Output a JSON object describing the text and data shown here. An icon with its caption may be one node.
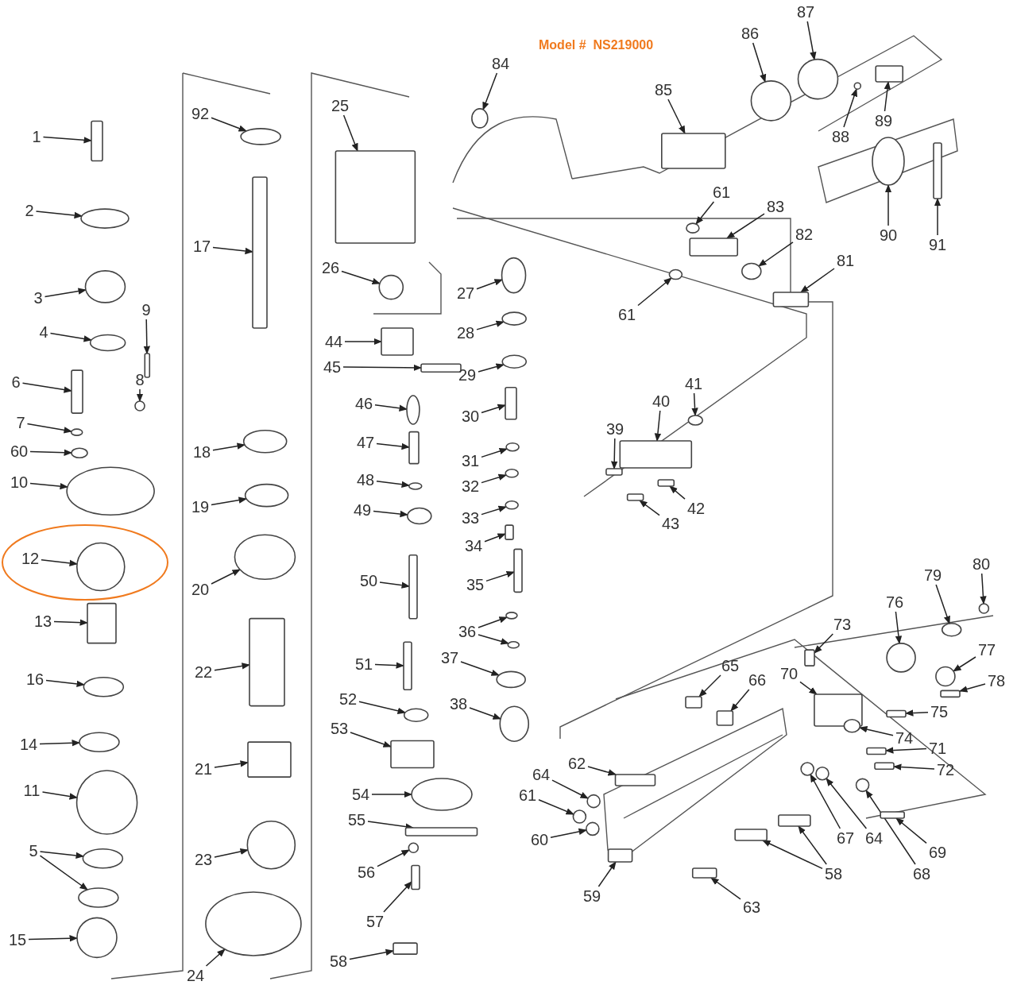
{
  "diagram": {
    "title": "Model #  NS219000",
    "nodes": [
      {
        "text": [
          "1"
        ]
      },
      {
        "text": [
          "2"
        ]
      },
      {
        "text": [
          "3"
        ]
      },
      {
        "text": [
          "4"
        ]
      },
      {
        "text": [
          "9"
        ]
      },
      {
        "text": [
          "6"
        ]
      },
      {
        "text": [
          "8"
        ]
      },
      {
        "text": [
          "7"
        ]
      },
      {
        "text": [
          "60"
        ]
      },
      {
        "text": [
          "10"
        ]
      },
      {
        "text": [
          "12"
        ]
      },
      {
        "text": [
          "13"
        ]
      },
      {
        "text": [
          "16"
        ]
      },
      {
        "text": [
          "14"
        ]
      },
      {
        "text": [
          "11"
        ]
      },
      {
        "text": [
          "5"
        ]
      },
      {
        "text": [
          "15"
        ]
      },
      {
        "text": [
          "92"
        ]
      },
      {
        "text": [
          "17"
        ]
      },
      {
        "text": [
          "18"
        ]
      },
      {
        "text": [
          "19"
        ]
      },
      {
        "text": [
          "20"
        ]
      },
      {
        "text": [
          "22"
        ]
      },
      {
        "text": [
          "21"
        ]
      },
      {
        "text": [
          "23"
        ]
      },
      {
        "text": [
          "24"
        ]
      },
      {
        "text": [
          "25"
        ]
      },
      {
        "text": [
          "26"
        ]
      },
      {
        "text": [
          "44"
        ]
      },
      {
        "text": [
          "45"
        ]
      },
      {
        "text": [
          "46"
        ]
      },
      {
        "text": [
          "47"
        ]
      },
      {
        "text": [
          "48"
        ]
      },
      {
        "text": [
          "49"
        ]
      },
      {
        "text": [
          "50"
        ]
      },
      {
        "text": [
          "51"
        ]
      },
      {
        "text": [
          "52"
        ]
      },
      {
        "text": [
          "53"
        ]
      },
      {
        "text": [
          "54"
        ]
      },
      {
        "text": [
          "55"
        ]
      },
      {
        "text": [
          "56"
        ]
      },
      {
        "text": [
          "57"
        ]
      },
      {
        "text": [
          "58"
        ]
      },
      {
        "text": [
          "27"
        ]
      },
      {
        "text": [
          "28"
        ]
      },
      {
        "text": [
          "29"
        ]
      },
      {
        "text": [
          "30"
        ]
      },
      {
        "text": [
          "31"
        ]
      },
      {
        "text": [
          "32"
        ]
      },
      {
        "text": [
          "33"
        ]
      },
      {
        "text": [
          "34"
        ]
      },
      {
        "text": [
          "35"
        ]
      },
      {
        "text": [
          "36"
        ]
      },
      {
        "text": [
          "37"
        ]
      },
      {
        "text": [
          "38"
        ]
      },
      {
        "text": [
          "84"
        ]
      },
      {
        "text": [
          "85"
        ]
      },
      {
        "text": [
          "86"
        ]
      },
      {
        "text": [
          "87"
        ]
      },
      {
        "text": [
          "88"
        ]
      },
      {
        "text": [
          "89"
        ]
      },
      {
        "text": [
          "90"
        ]
      },
      {
        "text": [
          "91"
        ]
      },
      {
        "text": [
          "61"
        ]
      },
      {
        "text": [
          "83"
        ]
      },
      {
        "text": [
          "82"
        ]
      },
      {
        "text": [
          "81"
        ]
      },
      {
        "text": [
          "61"
        ]
      },
      {
        "text": [
          "39"
        ]
      },
      {
        "text": [
          "40"
        ]
      },
      {
        "text": [
          "41"
        ]
      },
      {
        "text": [
          "42"
        ]
      },
      {
        "text": [
          "43"
        ]
      },
      {
        "text": [
          "80"
        ]
      },
      {
        "text": [
          "79"
        ]
      },
      {
        "text": [
          "76"
        ]
      },
      {
        "text": [
          "73"
        ]
      },
      {
        "text": [
          "77"
        ]
      },
      {
        "text": [
          "78"
        ]
      },
      {
        "text": [
          "65"
        ]
      },
      {
        "text": [
          "66"
        ]
      },
      {
        "text": [
          "70"
        ]
      },
      {
        "text": [
          "75"
        ]
      },
      {
        "text": [
          "74"
        ]
      },
      {
        "text": [
          "71"
        ]
      },
      {
        "text": [
          "72"
        ]
      },
      {
        "text": [
          "62"
        ]
      },
      {
        "text": [
          "64"
        ]
      },
      {
        "text": [
          "61"
        ]
      },
      {
        "text": [
          "60"
        ]
      },
      {
        "text": [
          "67"
        ]
      },
      {
        "text": [
          "64"
        ]
      },
      {
        "text": [
          "58"
        ]
      },
      {
        "text": [
          "68"
        ]
      },
      {
        "text": [
          "69"
        ]
      },
      {
        "text": [
          "59"
        ]
      },
      {
        "text": [
          "63"
        ]
      },
      {
        "text": [],
        "shape": "box"
      },
      {
        "text": [],
        "shape": "circle"
      },
      {
        "text": [],
        "shape": "circle"
      },
      {
        "text": [],
        "shape": "circle"
      },
      {
        "text": [],
        "shape": "box"
      },
      {
        "text": [],
        "shape": "box"
      },
      {
        "text": [],
        "shape": "circle"
      },
      {
        "text": [],
        "shape": "circle"
      },
      {
        "text": [],
        "shape": "circle"
      },
      {
        "text": [],
        "shape": "circle"
      },
      {
        "text": [],
        "shape": "circle"
      },
      {
        "text": [],
        "shape": "box"
      },
      {
        "text": [],
        "shape": "circle"
      },
      {
        "text": [],
        "shape": "circle"
      },
      {
        "text": [],
        "shape": "circle"
      },
      {
        "text": [],
        "shape": "circle"
      },
      {
        "text": [],
        "shape": "circle"
      },
      {
        "text": [],
        "shape": "circle"
      },
      {
        "text": [],
        "shape": "circle"
      },
      {
        "text": [],
        "shape": "box"
      },
      {
        "text": [],
        "shape": "circle"
      },
      {
        "text": [],
        "shape": "circle"
      },
      {
        "text": [],
        "shape": "circle"
      },
      {
        "text": [],
        "shape": "box"
      },
      {
        "text": [],
        "shape": "box"
      },
      {
        "text": [],
        "shape": "circle"
      },
      {
        "text": [],
        "shape": "circle"
      },
      {
        "text": [],
        "shape": "box"
      },
      {
        "text": [],
        "shape": "circle"
      },
      {
        "text": [],
        "shape": "box"
      },
      {
        "text": [],
        "shape": "box"
      },
      {
        "text": [],
        "shape": "circle"
      },
      {
        "text": [],
        "shape": "box"
      },
      {
        "text": [],
        "shape": "circle"
      },
      {
        "text": [],
        "shape": "circle"
      },
      {
        "text": [],
        "shape": "box"
      },
      {
        "text": [],
        "shape": "box"
      },
      {
        "text": [],
        "shape": "circle"
      },
      {
        "text": [],
        "shape": "box"
      },
      {
        "text": [],
        "shape": "circle"
      },
      {
        "text": [],
        "shape": "box"
      },
      {
        "text": [],
        "shape": "circle"
      },
      {
        "text": [],
        "shape": "box"
      },
      {
        "text": [],
        "shape": "box"
      },
      {
        "text": [],
        "shape": "circle"
      },
      {
        "text": [],
        "shape": "circle"
      },
      {
        "text": [],
        "shape": "circle"
      },
      {
        "text": [],
        "shape": "box"
      },
      {
        "text": [],
        "shape": "circle"
      },
      {
        "text": [],
        "shape": "circle"
      },
      {
        "text": [],
        "shape": "circle"
      },
      {
        "text": [],
        "shape": "box"
      },
      {
        "text": [],
        "shape": "box"
      },
      {
        "text": [],
        "shape": "circle"
      },
      {
        "text": [],
        "shape": "circle"
      },
      {
        "text": [],
        "shape": "circle"
      },
      {
        "text": [],
        "shape": "circle"
      },
      {
        "text": [],
        "shape": "circle"
      },
      {
        "text": [],
        "shape": "box"
      },
      {
        "text": [],
        "shape": "circle"
      },
      {
        "text": [],
        "shape": "circle"
      },
      {
        "text": [],
        "shape": "circle"
      },
      {
        "text": [],
        "shape": "box"
      },
      {
        "text": [],
        "shape": "circle"
      },
      {
        "text": [],
        "shape": "box"
      },
      {
        "text": [],
        "shape": "circle"
      },
      {
        "text": [],
        "shape": "box"
      },
      {
        "text": [],
        "shape": "circle"
      },
      {
        "text": [],
        "shape": "box"
      },
      {
        "text": [],
        "shape": "circle"
      },
      {
        "text": [],
        "shape": "box"
      },
      {
        "text": [],
        "shape": "box"
      },
      {
        "text": [],
        "shape": "circle"
      },
      {
        "text": [],
        "shape": "box"
      },
      {
        "text": [],
        "shape": "box"
      },
      {
        "text": [],
        "shape": "circle"
      },
      {
        "text": [],
        "shape": "circle"
      },
      {
        "text": [],
        "shape": "circle"
      },
      {
        "text": [],
        "shape": "box"
      },
      {
        "text": [],
        "shape": "circle"
      },
      {
        "text": [],
        "shape": "box"
      },
      {
        "text": [],
        "shape": "box"
      },
      {
        "text": [],
        "shape": "box"
      },
      {
        "text": [],
        "shape": "box"
      },
      {
        "text": [],
        "shape": "box"
      },
      {
        "text": [],
        "shape": "circle"
      },
      {
        "text": [],
        "shape": "box"
      },
      {
        "text": [],
        "shape": "box"
      },
      {
        "text": [],
        "shape": "box"
      },
      {
        "text": [],
        "shape": "circle"
      },
      {
        "text": [],
        "shape": "circle"
      },
      {
        "text": [],
        "shape": "circle"
      },
      {
        "text": [],
        "shape": "circle"
      },
      {
        "text": [],
        "shape": "circle"
      },
      {
        "text": [],
        "shape": "box"
      },
      {
        "text": [],
        "shape": "box"
      },
      {
        "text": [],
        "shape": "circle"
      },
      {
        "text": [],
        "shape": "box"
      },
      {
        "text": [],
        "shape": "box"
      },
      {
        "text": [],
        "shape": "box"
      }
    ],
    "edges": [
      {
        "from": 0,
        "to": 97,
        "arrow": "to"
      },
      {
        "from": 1,
        "to": 98,
        "arrow": "to"
      },
      {
        "from": 2,
        "to": 99,
        "arrow": "to"
      },
      {
        "from": 3,
        "to": 100,
        "arrow": "to"
      },
      {
        "from": 4,
        "to": 101,
        "arrow": "to"
      },
      {
        "from": 5,
        "to": 102,
        "arrow": "to"
      },
      {
        "from": 6,
        "to": 103,
        "arrow": "to"
      },
      {
        "from": 7,
        "to": 104,
        "arrow": "to"
      },
      {
        "from": 8,
        "to": 105,
        "arrow": "to"
      },
      {
        "from": 9,
        "to": 106,
        "arrow": "to"
      },
      {
        "from": 10,
        "to": 107,
        "arrow": "to"
      },
      {
        "from": 11,
        "to": 108,
        "arrow": "to"
      },
      {
        "from": 12,
        "to": 109,
        "arrow": "to"
      },
      {
        "from": 13,
        "to": 110,
        "arrow": "to"
      },
      {
        "from": 14,
        "to": 111,
        "arrow": "to"
      },
      {
        "from": 15,
        "to": 112,
        "arrow": "to"
      },
      {
        "from": 15,
        "to": 113,
        "arrow": "to"
      },
      {
        "from": 16,
        "to": 114,
        "arrow": "to"
      },
      {
        "from": 17,
        "to": 115,
        "arrow": "to"
      },
      {
        "from": 18,
        "to": 116,
        "arrow": "to"
      },
      {
        "from": 19,
        "to": 117,
        "arrow": "to"
      },
      {
        "from": 20,
        "to": 118,
        "arrow": "to"
      },
      {
        "from": 21,
        "to": 119,
        "arrow": "to"
      },
      {
        "from": 22,
        "to": 120,
        "arrow": "to"
      },
      {
        "from": 23,
        "to": 121,
        "arrow": "to"
      },
      {
        "from": 24,
        "to": 122,
        "arrow": "to"
      },
      {
        "from": 25,
        "to": 123,
        "arrow": "to"
      },
      {
        "from": 26,
        "to": 124,
        "arrow": "to"
      },
      {
        "from": 27,
        "to": 125,
        "arrow": "to"
      },
      {
        "from": 28,
        "to": 126,
        "arrow": "to"
      },
      {
        "from": 29,
        "to": 127,
        "arrow": "to"
      },
      {
        "from": 30,
        "to": 128,
        "arrow": "to"
      },
      {
        "from": 31,
        "to": 129,
        "arrow": "to"
      },
      {
        "from": 32,
        "to": 130,
        "arrow": "to"
      },
      {
        "from": 33,
        "to": 131,
        "arrow": "to"
      },
      {
        "from": 34,
        "to": 132,
        "arrow": "to"
      },
      {
        "from": 35,
        "to": 133,
        "arrow": "to"
      },
      {
        "from": 36,
        "to": 134,
        "arrow": "to"
      },
      {
        "from": 37,
        "to": 135,
        "arrow": "to"
      },
      {
        "from": 38,
        "to": 136,
        "arrow": "to"
      },
      {
        "from": 39,
        "to": 137,
        "arrow": "to"
      },
      {
        "from": 40,
        "to": 138,
        "arrow": "to"
      },
      {
        "from": 41,
        "to": 139,
        "arrow": "to"
      },
      {
        "from": 42,
        "to": 140,
        "arrow": "to"
      },
      {
        "from": 43,
        "to": 141,
        "arrow": "to"
      },
      {
        "from": 44,
        "to": 142,
        "arrow": "to"
      },
      {
        "from": 45,
        "to": 143,
        "arrow": "to"
      },
      {
        "from": 46,
        "to": 144,
        "arrow": "to"
      },
      {
        "from": 47,
        "to": 145,
        "arrow": "to"
      },
      {
        "from": 48,
        "to": 146,
        "arrow": "to"
      },
      {
        "from": 49,
        "to": 147,
        "arrow": "to"
      },
      {
        "from": 50,
        "to": 148,
        "arrow": "to"
      },
      {
        "from": 51,
        "to": 149,
        "arrow": "to"
      },
      {
        "from": 52,
        "to": 150,
        "arrow": "to"
      },
      {
        "from": 52,
        "to": 151,
        "arrow": "to"
      },
      {
        "from": 53,
        "to": 152,
        "arrow": "to"
      },
      {
        "from": 54,
        "to": 153,
        "arrow": "to"
      },
      {
        "from": 55,
        "to": 154,
        "arrow": "to"
      },
      {
        "from": 56,
        "to": 155,
        "arrow": "to"
      },
      {
        "from": 57,
        "to": 156,
        "arrow": "to"
      },
      {
        "from": 58,
        "to": 157,
        "arrow": "to"
      },
      {
        "from": 59,
        "to": 158,
        "arrow": "to"
      },
      {
        "from": 60,
        "to": 159,
        "arrow": "to"
      },
      {
        "from": 61,
        "to": 160,
        "arrow": "to"
      },
      {
        "from": 62,
        "to": 161,
        "arrow": "to"
      },
      {
        "from": 63,
        "to": 162,
        "arrow": "to"
      },
      {
        "from": 64,
        "to": 163,
        "arrow": "to"
      },
      {
        "from": 65,
        "to": 164,
        "arrow": "to"
      },
      {
        "from": 66,
        "to": 165,
        "arrow": "to"
      },
      {
        "from": 67,
        "to": 166,
        "arrow": "to"
      },
      {
        "from": 68,
        "to": 167,
        "arrow": "to"
      },
      {
        "from": 69,
        "to": 168,
        "arrow": "to"
      },
      {
        "from": 70,
        "to": 169,
        "arrow": "to"
      },
      {
        "from": 71,
        "to": 170,
        "arrow": "to"
      },
      {
        "from": 72,
        "to": 171,
        "arrow": "to"
      },
      {
        "from": 73,
        "to": 172,
        "arrow": "to"
      },
      {
        "from": 74,
        "to": 173,
        "arrow": "to"
      },
      {
        "from": 75,
        "to": 174,
        "arrow": "to"
      },
      {
        "from": 76,
        "to": 175,
        "arrow": "to"
      },
      {
        "from": 77,
        "to": 176,
        "arrow": "to"
      },
      {
        "from": 78,
        "to": 177,
        "arrow": "to"
      },
      {
        "from": 79,
        "to": 178,
        "arrow": "to"
      },
      {
        "from": 80,
        "to": 179,
        "arrow": "to"
      },
      {
        "from": 81,
        "to": 180,
        "arrow": "to"
      },
      {
        "from": 82,
        "to": 181,
        "arrow": "to"
      },
      {
        "from": 83,
        "to": 182,
        "arrow": "to"
      },
      {
        "from": 84,
        "to": 183,
        "arrow": "to"
      },
      {
        "from": 85,
        "to": 184,
        "arrow": "to"
      },
      {
        "from": 86,
        "to": 185,
        "arrow": "to"
      },
      {
        "from": 87,
        "to": 186,
        "arrow": "to"
      },
      {
        "from": 88,
        "to": 187,
        "arrow": "to"
      },
      {
        "from": 89,
        "to": 188,
        "arrow": "to"
      },
      {
        "from": 90,
        "to": 189,
        "arrow": "to"
      },
      {
        "from": 91,
        "to": 190,
        "arrow": "to"
      },
      {
        "from": 92,
        "to": 191,
        "arrow": "to"
      },
      {
        "from": 92,
        "to": 192,
        "arrow": "to"
      },
      {
        "from": 93,
        "to": 193,
        "arrow": "to"
      },
      {
        "from": 94,
        "to": 194,
        "arrow": "to"
      },
      {
        "from": 95,
        "to": 195,
        "arrow": "to"
      },
      {
        "from": 96,
        "to": 196,
        "arrow": "to"
      }
    ]
  }
}
